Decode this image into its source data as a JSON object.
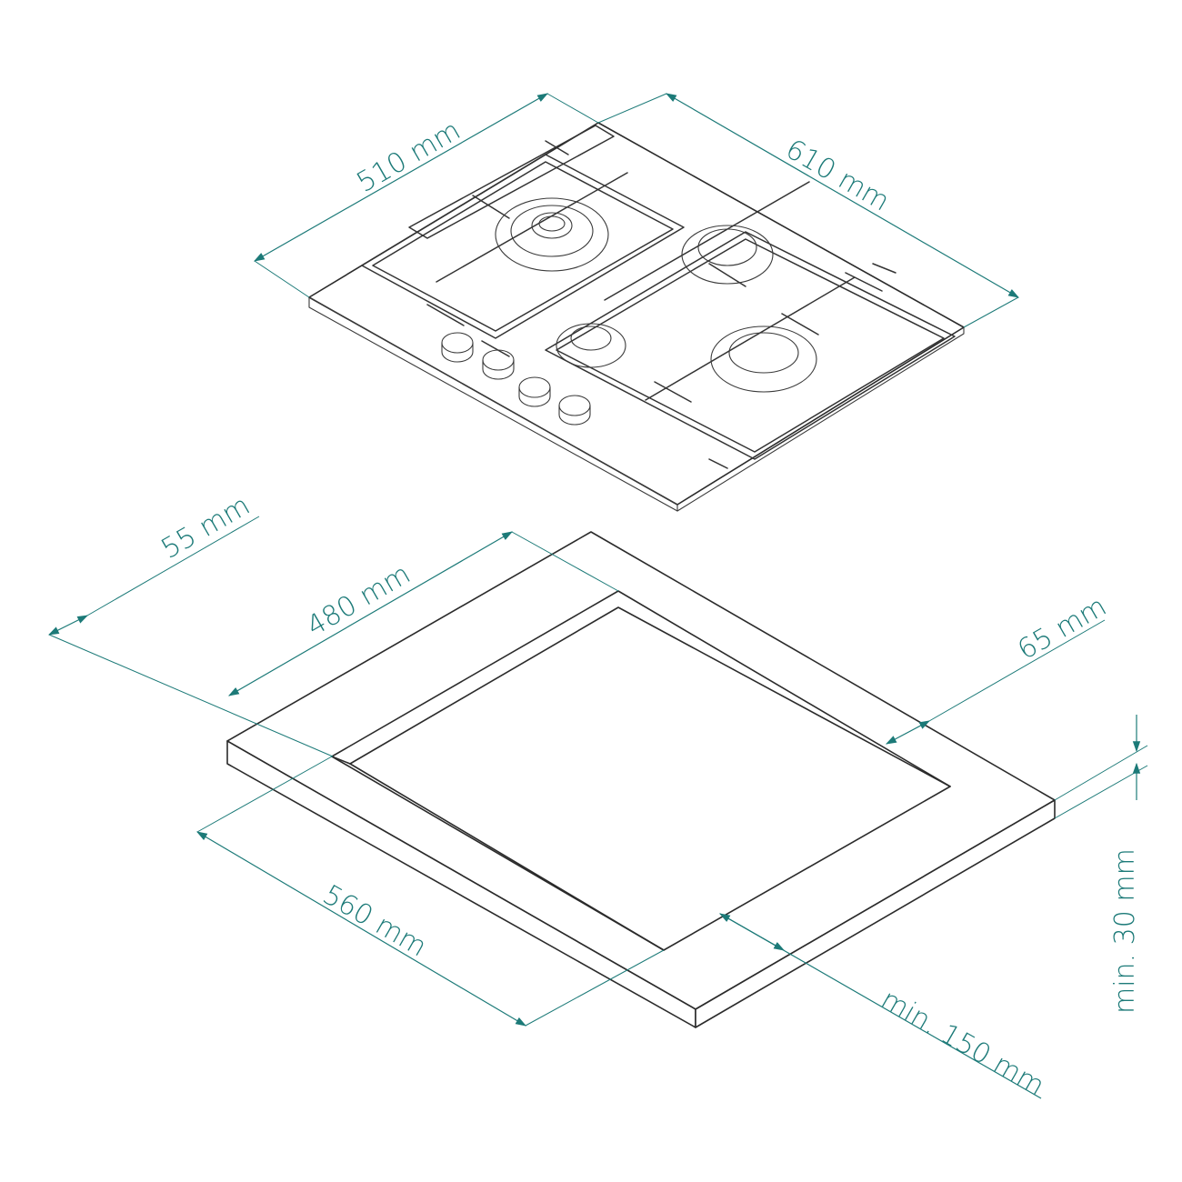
{
  "colors": {
    "dimension": "#1c7a78",
    "outline": "#2b2b2b",
    "background": "#ffffff"
  },
  "hob": {
    "width_label": "510 mm",
    "depth_label": "610 mm",
    "burners": 4,
    "knobs": 4
  },
  "cutout": {
    "width_label": "480 mm",
    "depth_label": "560 mm",
    "back_gap_label": "55 mm",
    "side_gap_label": "65 mm",
    "front_gap_label": "min. 150 mm",
    "thickness_label": "min. 30 mm"
  }
}
